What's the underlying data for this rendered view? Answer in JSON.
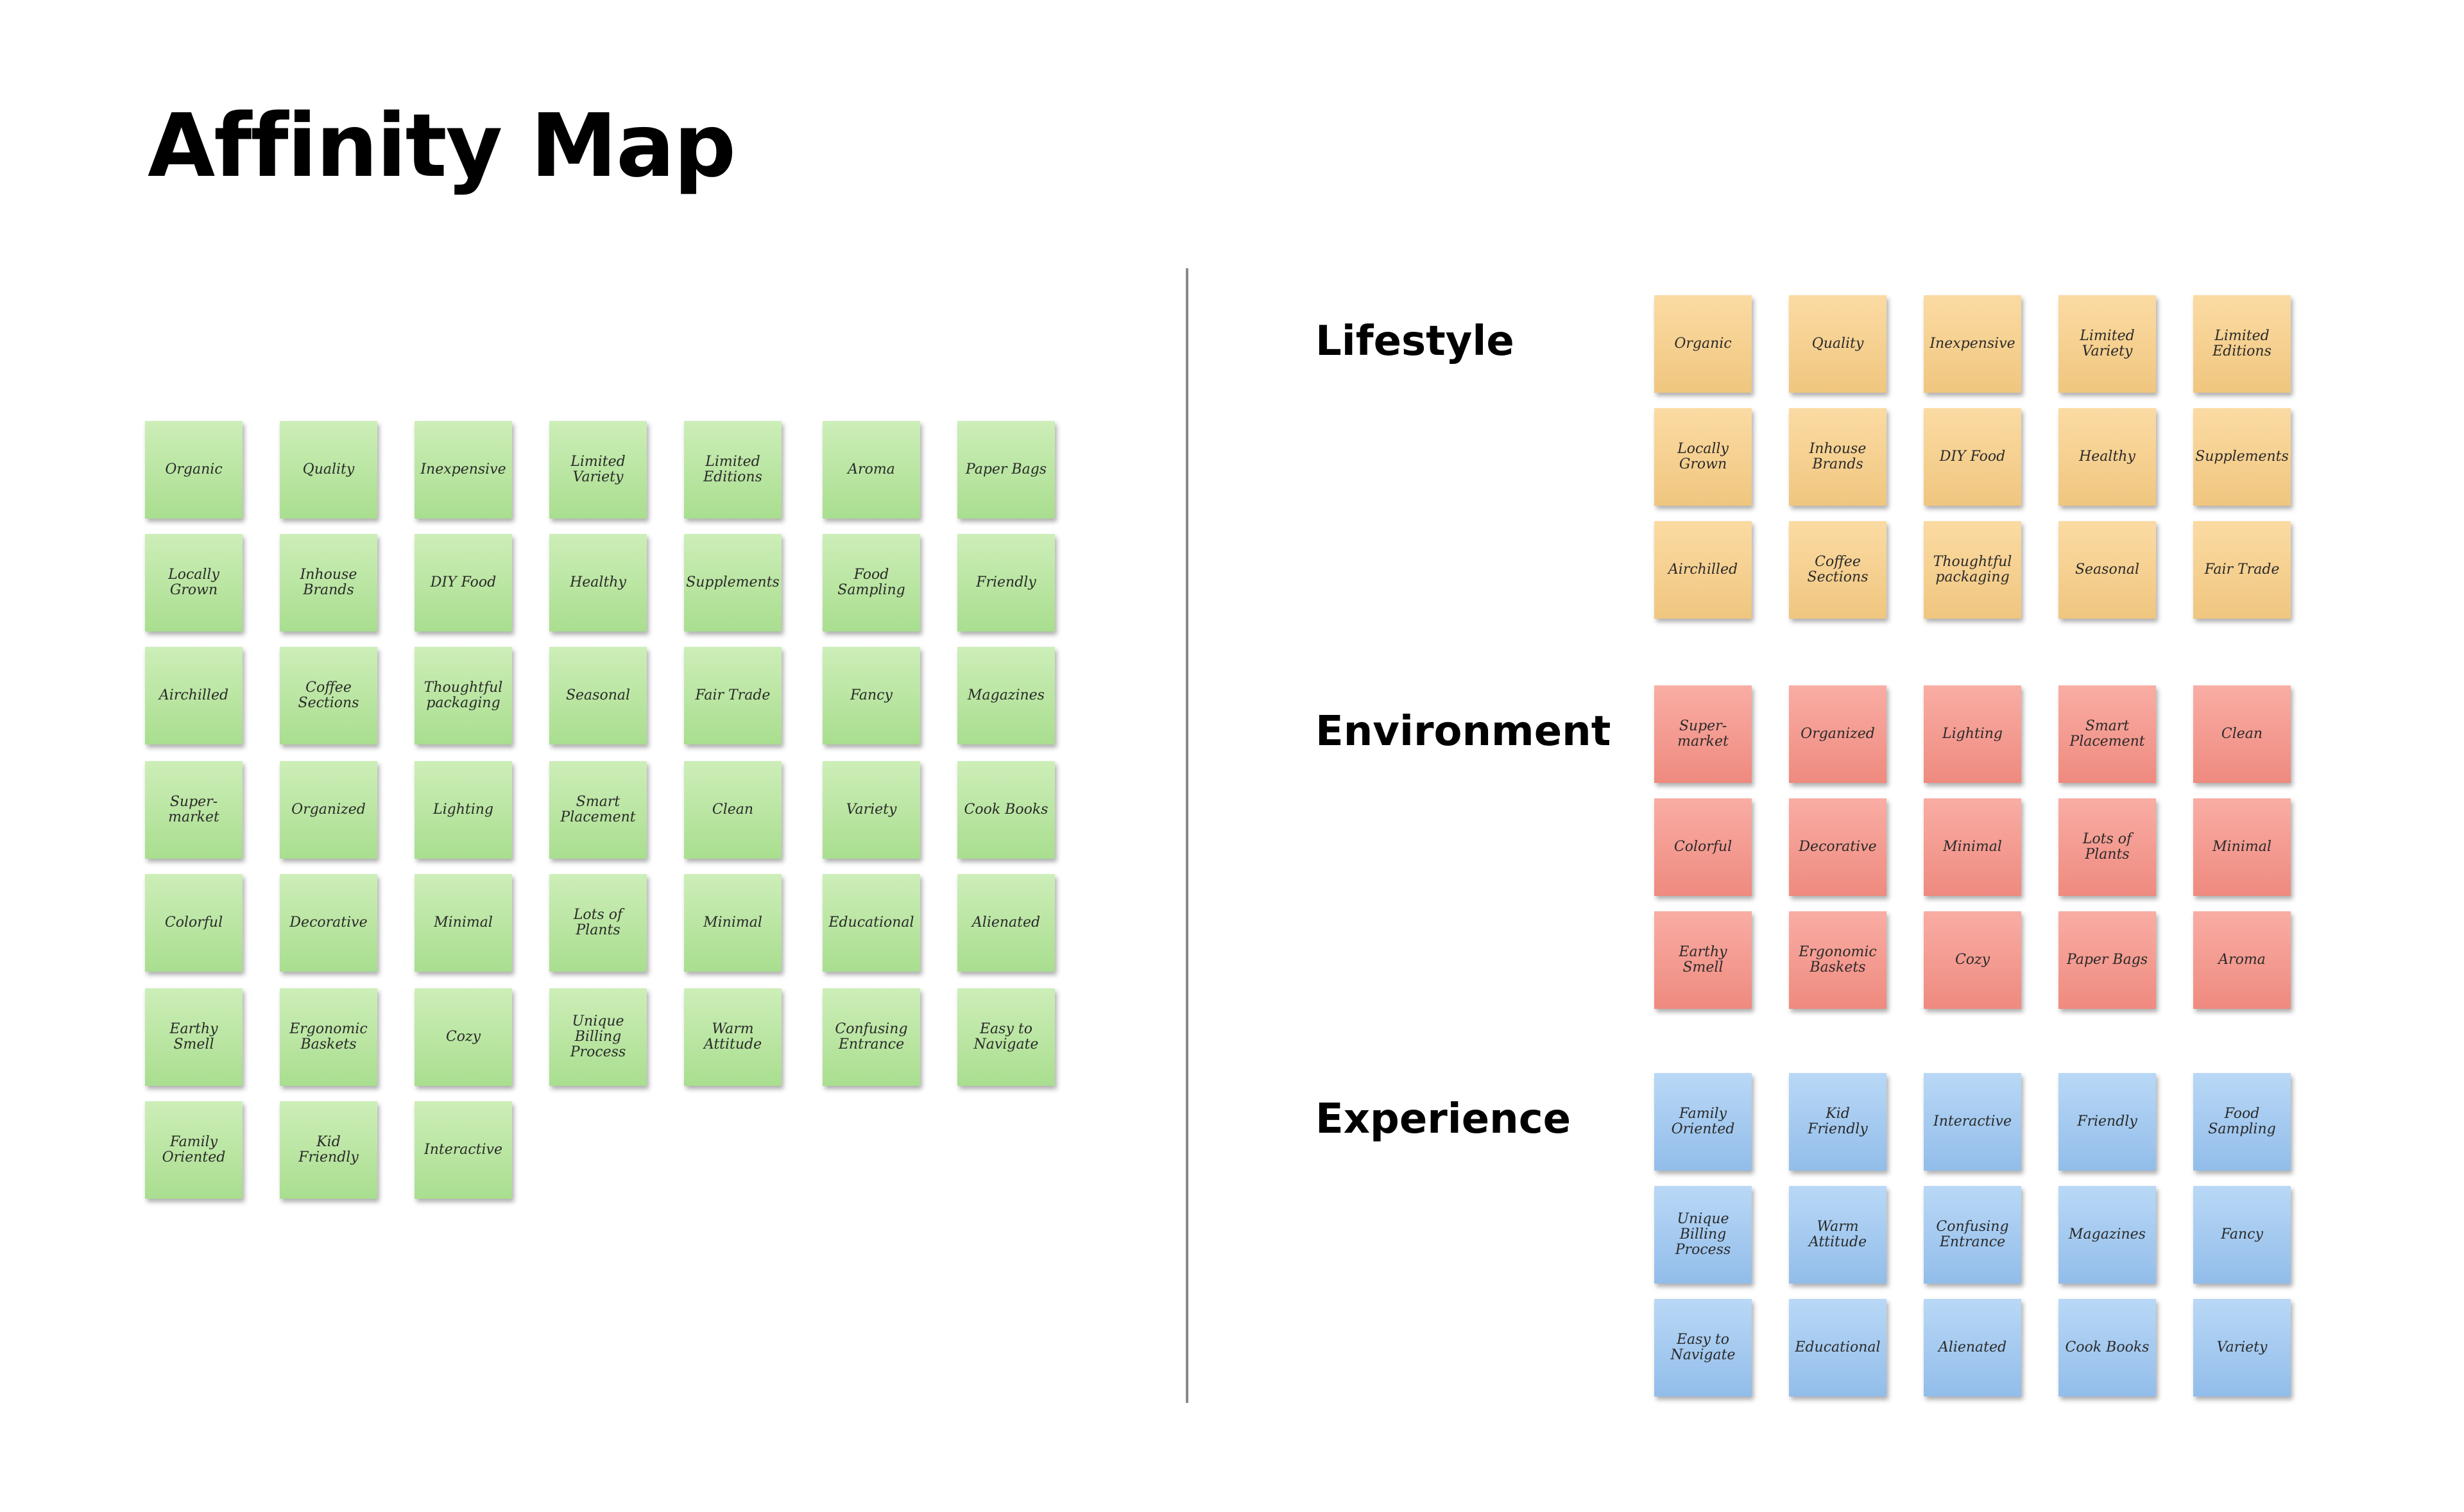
{
  "title": "Affinity Map",
  "colors": {
    "green": "#b5e49c",
    "yellow": "#f5d08d",
    "red": "#f39a90",
    "blue": "#a3c9f0",
    "divider": "#8a8a8a"
  },
  "unsorted": {
    "columns": [
      [
        "Organic",
        "Locally\nGrown",
        "Airchilled",
        "Super-\nmarket",
        "Colorful",
        "Earthy\nSmell",
        "Family\nOriented"
      ],
      [
        "Quality",
        "Inhouse\nBrands",
        "Coffee\nSections",
        "Organized",
        "Decorative",
        "Ergonomic\nBaskets",
        "Kid\nFriendly"
      ],
      [
        "Inexpensive",
        "DIY Food",
        "Thoughtful\npackaging",
        "Lighting",
        "Minimal",
        "Cozy",
        "Interactive"
      ],
      [
        "Limited\nVariety",
        "Healthy",
        "Seasonal",
        "Smart\nPlacement",
        "Lots of\nPlants",
        "Unique\nBilling\nProcess"
      ],
      [
        "Limited\nEditions",
        "Supplements",
        "Fair Trade",
        "Clean",
        "Minimal",
        "Warm\nAttitude"
      ],
      [
        "Aroma",
        "Food\nSampling",
        "Fancy",
        "Variety",
        "Educational",
        "Confusing\nEntrance"
      ],
      [
        "Paper Bags",
        "Friendly",
        "Magazines",
        "Cook Books",
        "Alienated",
        "Easy to\nNavigate"
      ]
    ]
  },
  "categories": [
    {
      "name": "Lifestyle",
      "color": "yellow",
      "rows": [
        [
          "Organic",
          "Quality",
          "Inexpensive",
          "Limited\nVariety",
          "Limited\nEditions"
        ],
        [
          "Locally\nGrown",
          "Inhouse\nBrands",
          "DIY Food",
          "Healthy",
          "Supplements"
        ],
        [
          "Airchilled",
          "Coffee\nSections",
          "Thoughtful\npackaging",
          "Seasonal",
          "Fair Trade"
        ]
      ]
    },
    {
      "name": "Environment",
      "color": "red",
      "rows": [
        [
          "Super-\nmarket",
          "Organized",
          "Lighting",
          "Smart\nPlacement",
          "Clean"
        ],
        [
          "Colorful",
          "Decorative",
          "Minimal",
          "Lots of\nPlants",
          "Minimal"
        ],
        [
          "Earthy\nSmell",
          "Ergonomic\nBaskets",
          "Cozy",
          "Paper Bags",
          "Aroma"
        ]
      ]
    },
    {
      "name": "Experience",
      "color": "blue",
      "rows": [
        [
          "Family\nOriented",
          "Kid\nFriendly",
          "Interactive",
          "Friendly",
          "Food\nSampling"
        ],
        [
          "Unique\nBilling\nProcess",
          "Warm\nAttitude",
          "Confusing\nEntrance",
          "Magazines",
          "Fancy"
        ],
        [
          "Easy to\nNavigate",
          "Educational",
          "Alienated",
          "Cook Books",
          "Variety"
        ]
      ]
    }
  ]
}
